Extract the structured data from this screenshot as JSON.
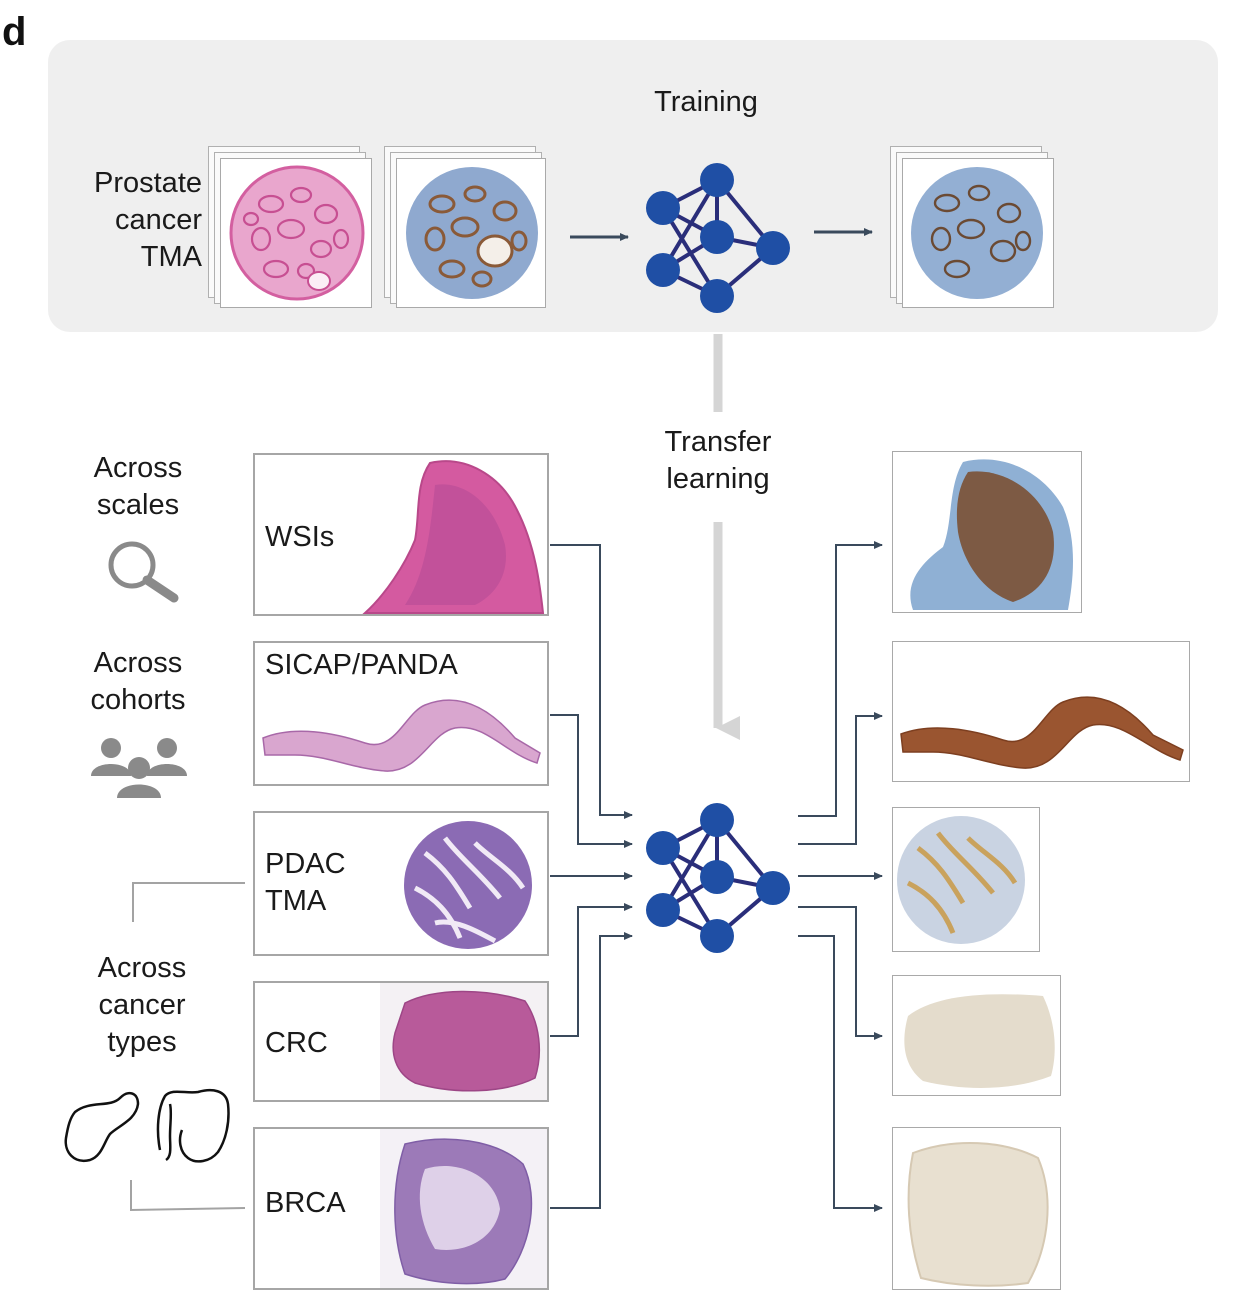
{
  "panel_letter": "d",
  "training": {
    "title": "Training",
    "input_label_lines": [
      "Prostate",
      "cancer",
      "TMA"
    ]
  },
  "transfer": {
    "label_lines": [
      "Transfer",
      "learning"
    ]
  },
  "groups": {
    "scales": {
      "lines": [
        "Across",
        "scales"
      ],
      "icon": "magnifier-icon"
    },
    "cohorts": {
      "lines": [
        "Across",
        "cohorts"
      ],
      "icon": "people-group-icon"
    },
    "cancer_types": {
      "lines": [
        "Across",
        "cancer",
        "types"
      ],
      "icons": [
        "pancreas-icon",
        "colon-icon"
      ]
    }
  },
  "inputs": [
    {
      "label_lines": [
        "WSIs"
      ],
      "stain": "H&E"
    },
    {
      "label_lines": [
        "SICAP/PANDA"
      ],
      "stain": "H&E"
    },
    {
      "label_lines": [
        "PDAC",
        "TMA"
      ],
      "stain": "H&E"
    },
    {
      "label_lines": [
        "CRC"
      ],
      "stain": "H&E"
    },
    {
      "label_lines": [
        "BRCA"
      ],
      "stain": "H&E"
    }
  ],
  "colors": {
    "network_node": "#1f4fa5",
    "network_edge": "#2a2e7a",
    "arrow": "#3a4a5c",
    "panel_bg": "#efefef",
    "he_pink": "#d86aa8",
    "ihc_brown": "#8a5a38",
    "ihc_blue": "#7f9cc4",
    "he_purple": "#8b5aa6"
  }
}
